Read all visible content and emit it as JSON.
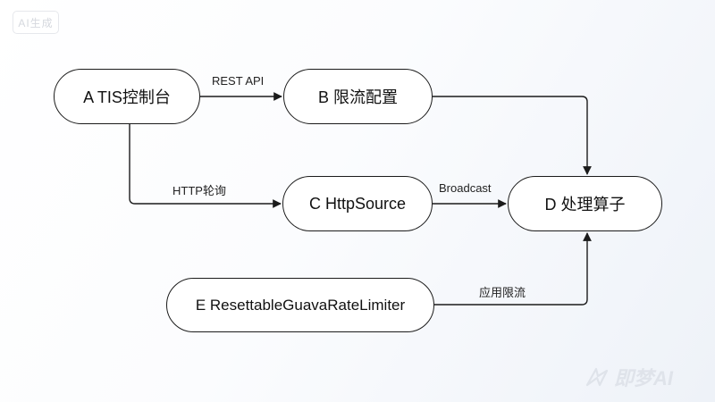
{
  "badge": {
    "text": "AI生成"
  },
  "nodes": {
    "a": {
      "label": "A TIS控制台"
    },
    "b": {
      "label": "B 限流配置"
    },
    "c": {
      "label": "C HttpSource"
    },
    "d": {
      "label": "D 处理算子"
    },
    "e": {
      "label": "E ResettableGuavaRateLimiter"
    }
  },
  "edges": {
    "a_b": {
      "label": "REST API"
    },
    "a_c": {
      "label": "HTTP轮询"
    },
    "c_d": {
      "label": "Broadcast"
    },
    "e_d": {
      "label": "应用限流"
    },
    "b_d": {
      "label": ""
    }
  },
  "colors": {
    "stroke": "#1b1b1b",
    "node_fill": "#ffffff",
    "background": "#f7f9fc"
  },
  "watermark": {
    "text": "即梦AI",
    "icon": "jimeng-logo-icon"
  }
}
